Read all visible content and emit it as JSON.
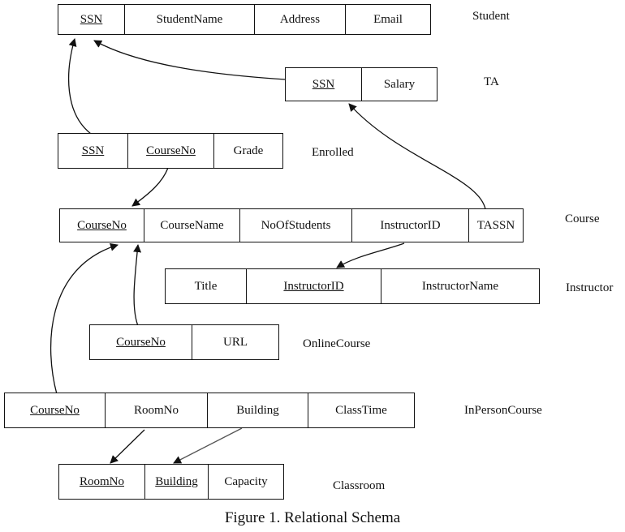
{
  "relations": {
    "student": {
      "name": "Student",
      "attrs": [
        "SSN",
        "StudentName",
        "Address",
        "Email"
      ]
    },
    "ta": {
      "name": "TA",
      "attrs": [
        "SSN",
        "Salary"
      ]
    },
    "enrolled": {
      "name": "Enrolled",
      "attrs": [
        "SSN",
        "CourseNo",
        "Grade"
      ]
    },
    "course": {
      "name": "Course",
      "attrs": [
        "CourseNo",
        "CourseName",
        "NoOfStudents",
        "InstructorID",
        "TASSN"
      ]
    },
    "instructor": {
      "name": "Instructor",
      "attrs": [
        "Title",
        "InstructorID",
        "InstructorName"
      ]
    },
    "online_course": {
      "name": "OnlineCourse",
      "attrs": [
        "CourseNo",
        "URL"
      ]
    },
    "in_person_course": {
      "name": "InPersonCourse",
      "attrs": [
        "CourseNo",
        "RoomNo",
        "Building",
        "ClassTime"
      ]
    },
    "classroom": {
      "name": "Classroom",
      "attrs": [
        "RoomNo",
        "Building",
        "Capacity"
      ]
    }
  },
  "caption": "Figure 1. Relational Schema"
}
